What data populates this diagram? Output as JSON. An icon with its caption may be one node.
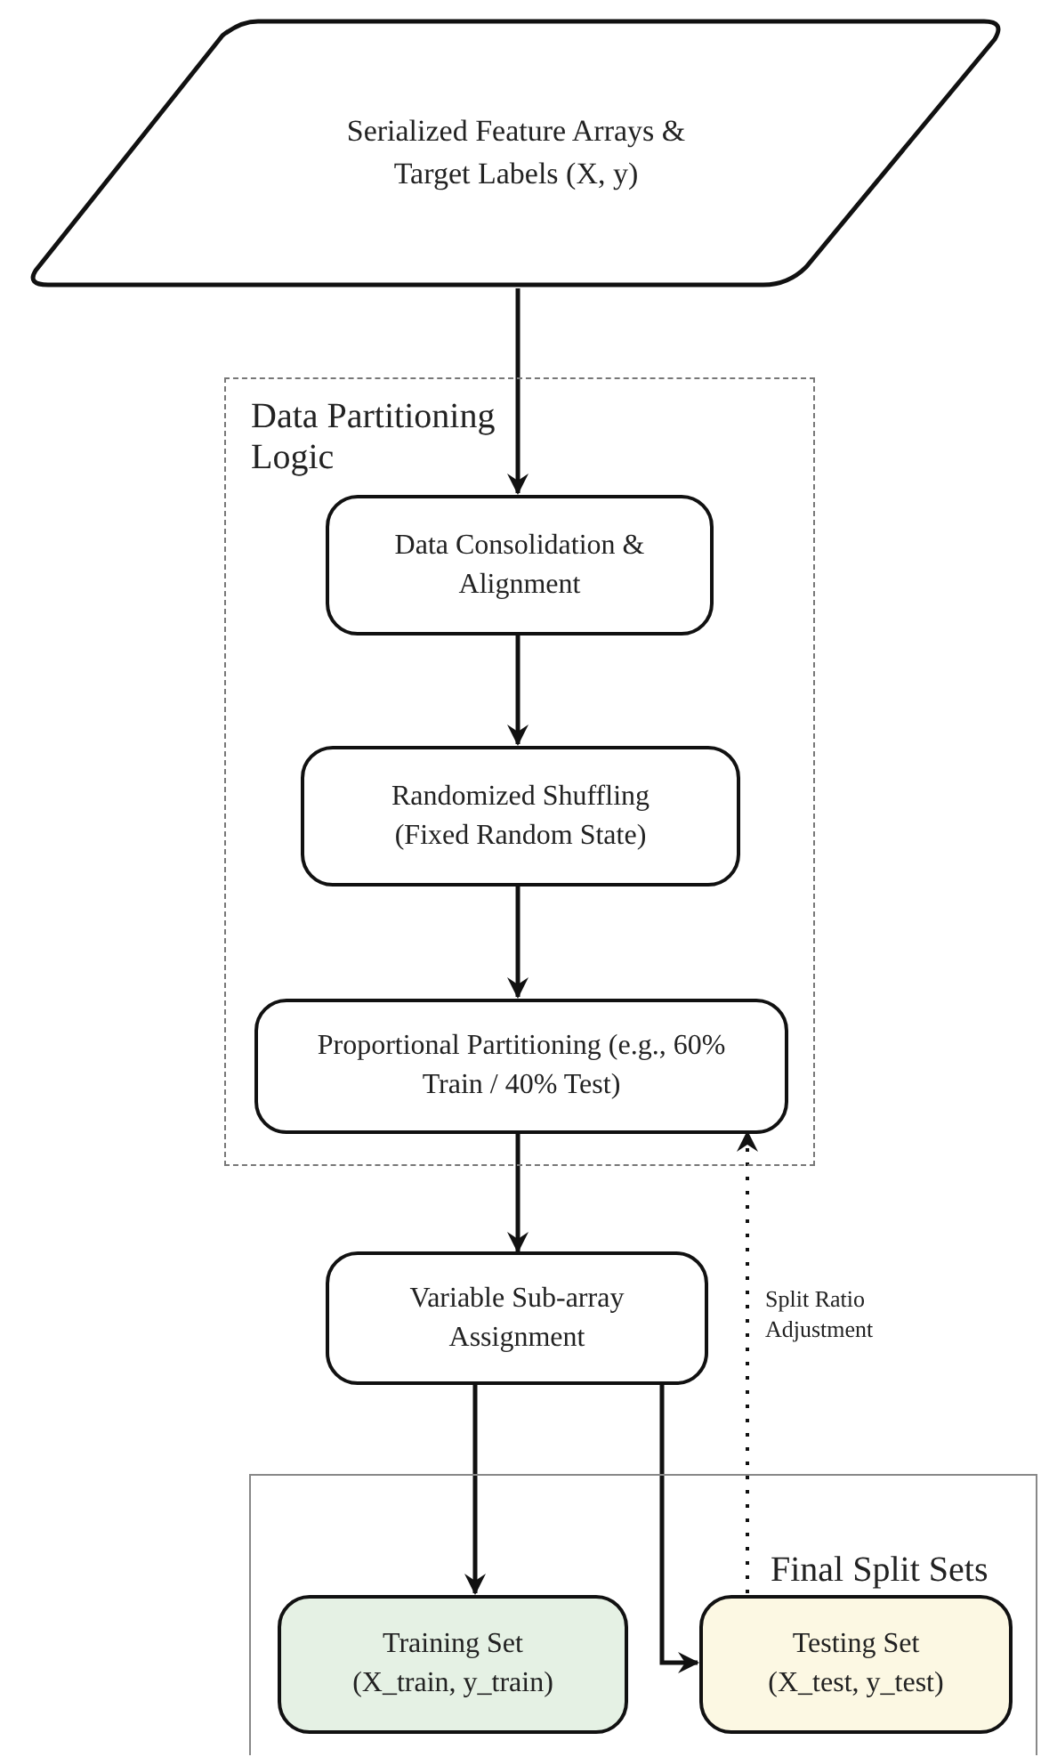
{
  "diagram": {
    "nodes": [
      {
        "text": [
          "Serialized Feature Arrays & Target Labels (X, y)"
        ]
      },
      {
        "text": [
          "Data Partitioning Logic"
        ]
      },
      {
        "text": [
          "Data Consolidation & Alignment"
        ],
        "in": 1
      },
      {
        "text": [
          "Randomized Shuffling (Fixed Random State)"
        ],
        "in": 1
      },
      {
        "text": [
          "Proportional Partitioning (e.g., 60% Train / 40% Test)"
        ],
        "in": 1
      },
      {
        "text": [
          "Variable Sub-array Assignment"
        ]
      },
      {
        "text": [
          "Final Split Sets"
        ]
      },
      {
        "text": [
          "Training Set (X_train, y_train)"
        ],
        "in": 6
      },
      {
        "text": [
          "Testing Set (X_test, y_test)"
        ],
        "in": 6
      }
    ],
    "edges": [
      {
        "from": 0,
        "to": 2,
        "arrow": "to"
      },
      {
        "from": 2,
        "to": 3,
        "arrow": "to"
      },
      {
        "from": 3,
        "to": 4,
        "arrow": "to"
      },
      {
        "from": 4,
        "to": 5,
        "arrow": "to"
      },
      {
        "from": 5,
        "to": 7,
        "arrow": "to"
      },
      {
        "from": 5,
        "to": 8,
        "arrow": "to"
      },
      {
        "from": 8,
        "to": 4,
        "arrow": "to",
        "style": "dashed",
        "label": "Split Ratio Adjustment"
      }
    ]
  }
}
